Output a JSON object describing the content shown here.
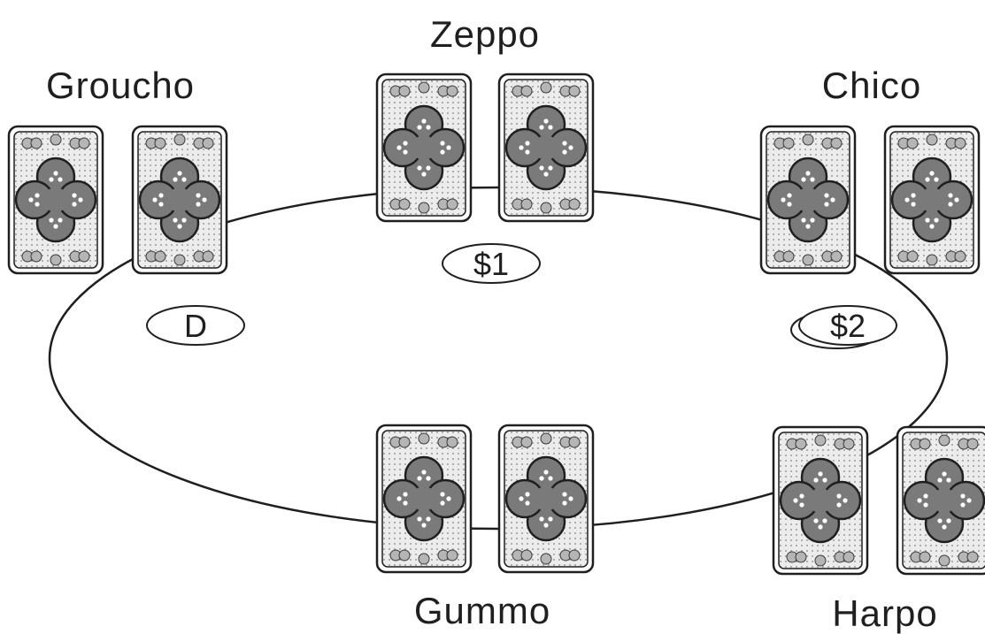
{
  "players": [
    {
      "name": "Zeppo",
      "cards_face_down": 2
    },
    {
      "name": "Groucho",
      "cards_face_down": 2
    },
    {
      "name": "Chico",
      "cards_face_down": 2
    },
    {
      "name": "Gummo",
      "cards_face_down": 2
    },
    {
      "name": "Harpo",
      "cards_face_down": 2
    }
  ],
  "buttons": {
    "dealer": "D",
    "small_blind": "$1",
    "big_blind": "$2"
  },
  "colors": {
    "line": "#1f1f1f",
    "card_fill": "#d8d8d8",
    "card_center": "#7a7a7a",
    "background": "#ffffff"
  }
}
